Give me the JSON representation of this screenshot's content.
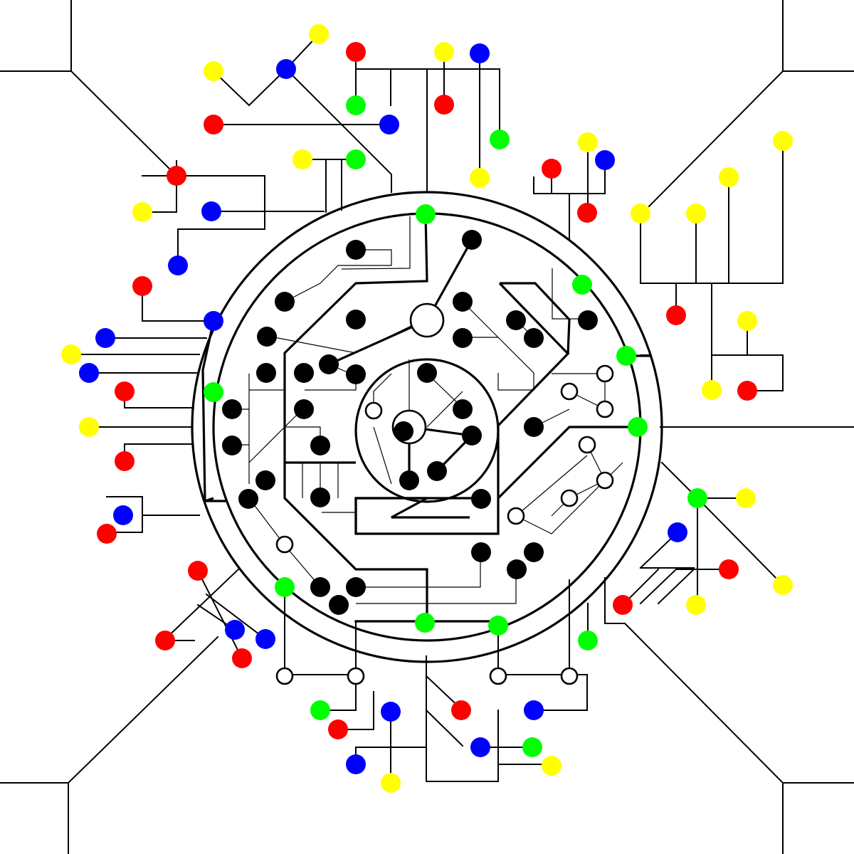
{
  "title": "",
  "palette": {
    "background": "#ffffff",
    "line": "#000000",
    "node_red": "#ff0000",
    "node_yellow": "#ffff00",
    "node_blue": "#0000ff",
    "node_green": "#00ff00",
    "node_black": "#000000",
    "node_hollow_fill": "#ffffff"
  },
  "components": {
    "outer_ring": "circuit-outer-ring",
    "inner_ring": "circuit-inner-ring",
    "core_ring": "circuit-core-ring",
    "corner_traces": [
      "top-left",
      "top-right",
      "bottom-left",
      "bottom-right"
    ],
    "node_kinds": [
      "red-node",
      "yellow-node",
      "blue-node",
      "green-node",
      "black-node",
      "hollow-node"
    ]
  }
}
